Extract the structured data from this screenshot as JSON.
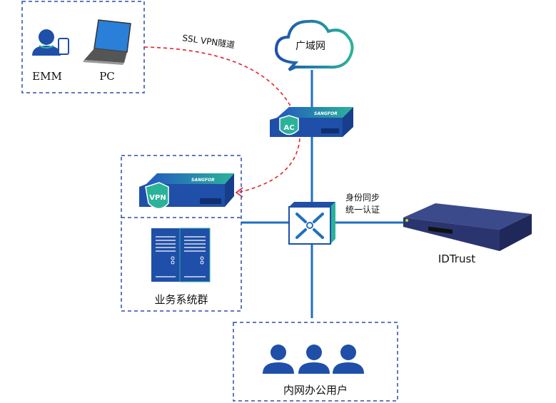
{
  "remote_group": {
    "emm_label": "EMM",
    "pc_label": "PC"
  },
  "tunnel_label": "SSL VPN隧道",
  "wan_label": "广域网",
  "ac_device": {
    "badge": "AC",
    "brand": "SANGFOR"
  },
  "vpn_device": {
    "badge": "VPN",
    "brand": "SANGFOR"
  },
  "server_group_label": "业务系统群",
  "sync_label_line1": "身份同步",
  "sync_label_line2": "统一认证",
  "idtrust_label": "IDTrust",
  "office_users_label": "内网办公用户",
  "colors": {
    "line": "#1f6fbf",
    "dashed_box": "#2a4fa8",
    "tunnel": "#e8202a",
    "device": "#1f4fa8",
    "accent": "#2bb39a"
  }
}
